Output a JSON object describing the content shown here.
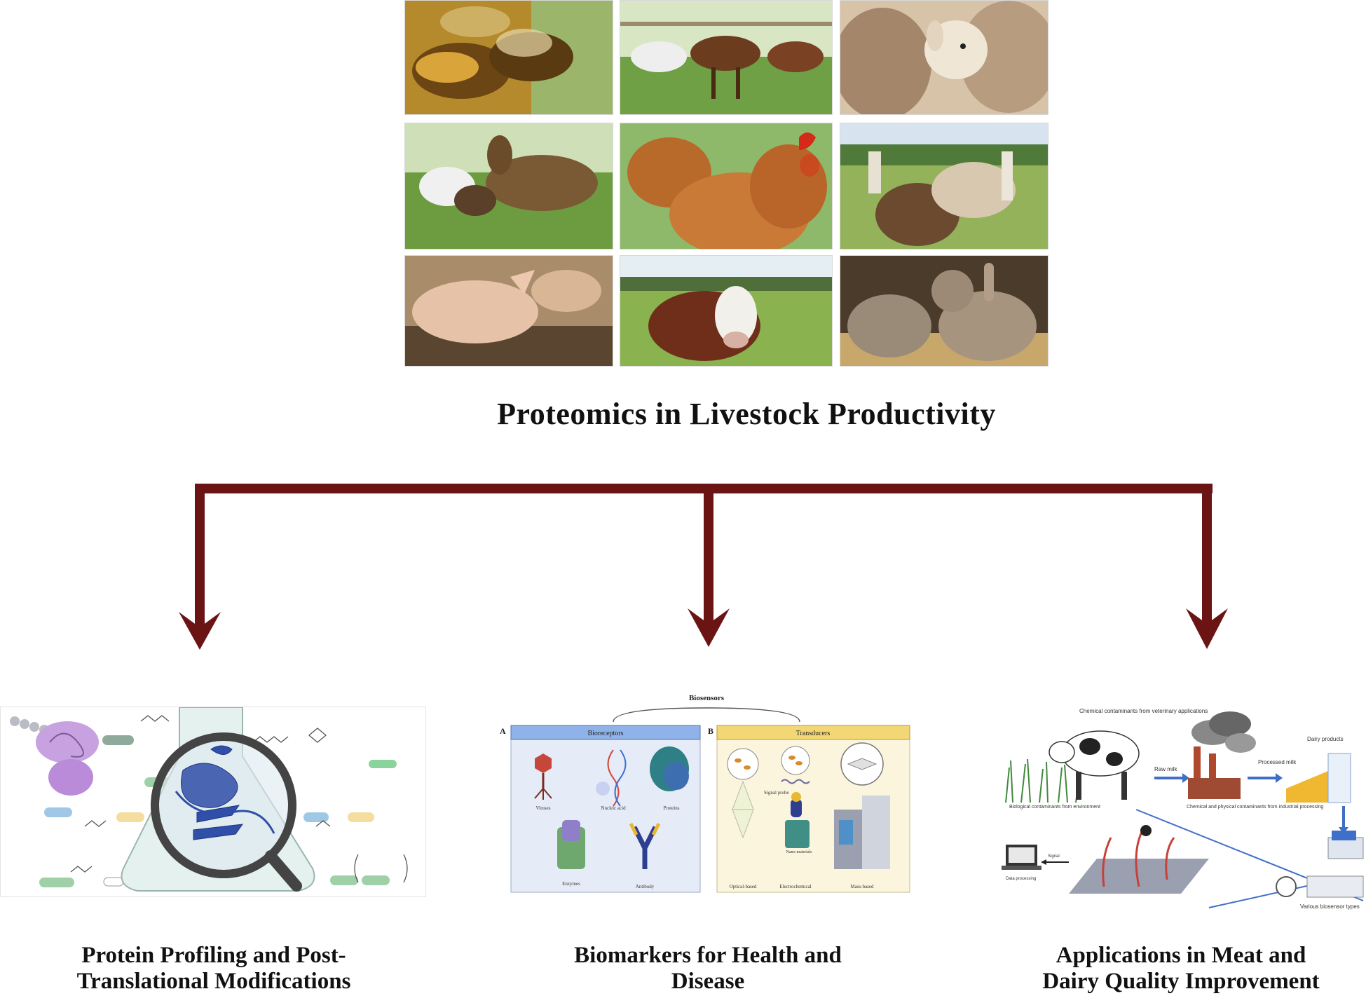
{
  "title": "Proteomics in Livestock Productivity",
  "photos": [
    {
      "name": "bees"
    },
    {
      "name": "horses"
    },
    {
      "name": "sheep"
    },
    {
      "name": "goats"
    },
    {
      "name": "chickens"
    },
    {
      "name": "llamas-alpacas"
    },
    {
      "name": "pigs"
    },
    {
      "name": "cow"
    },
    {
      "name": "rabbits"
    }
  ],
  "branches": [
    {
      "caption_line1": "Protein Profiling and Post-",
      "caption_line2": "Translational Modifications"
    },
    {
      "caption_line1": "Biomarkers for Health and",
      "caption_line2": "Disease"
    },
    {
      "caption_line1": "Applications in Meat and",
      "caption_line2": "Dairy Quality Improvement"
    }
  ],
  "biosensors": {
    "title": "Biosensors",
    "panel_a_letter": "A",
    "panel_b_letter": "B",
    "bioreceptors_label": "Bioreceptors",
    "transducers_label": "Transducers",
    "receptors": [
      "Viruses",
      "Nucleic acid",
      "Proteins",
      "Enzymes",
      "Antibody"
    ],
    "transducer_types": [
      "Optical-based",
      "Electrochemical",
      "Mass-based"
    ],
    "signal_probe": "Signal probe",
    "nano_label": "Nano-materials"
  },
  "dairy": {
    "chemical_vet": "Chemical contaminants from veterinary applications",
    "biological_env": "Biological contaminants from environment",
    "raw_milk": "Raw milk",
    "industrial": "Chemical and physical contaminants from industrial processing",
    "processed_milk": "Processed milk",
    "dairy_products": "Dairy products",
    "signal": "Signal",
    "data_processing": "Data processing",
    "biosensor_types": "Various biosensor types"
  },
  "colors": {
    "arrow": "#6b1414",
    "bioreceptors_header": "#8fb3e8",
    "transducers_header": "#f2d774"
  }
}
